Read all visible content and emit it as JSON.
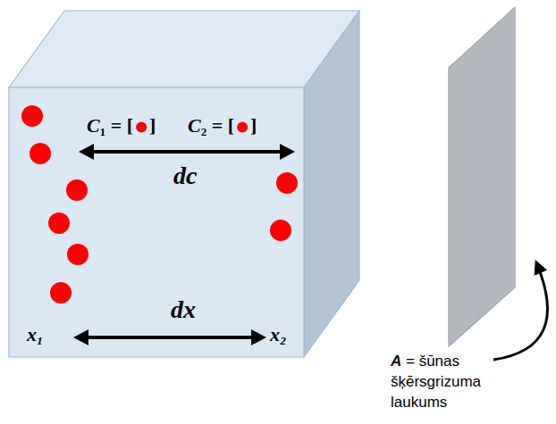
{
  "diagram": {
    "labels": [
      "C₁ = [",
      "]",
      "C₂ = [",
      "]",
      "dc",
      "dx",
      "x₁",
      "x₂",
      "A = šūnas šķērsgrizuma laukums"
    ]
  }
}
